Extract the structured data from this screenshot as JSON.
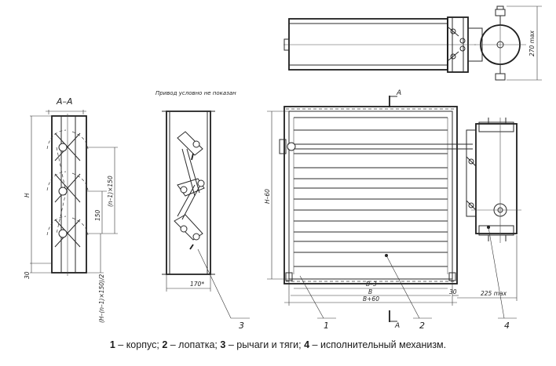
{
  "top_view": {
    "dim_270": "270 max"
  },
  "section_view": {
    "title": "А–А",
    "dim_h": "Н",
    "dim_150": "150",
    "dim_n150": "(n–1)×150",
    "dim_30": "30",
    "dim_bottom": "(Н–(n–1)×150)/2"
  },
  "side_view": {
    "note": "Привод условно не показан",
    "dim_170": "170*"
  },
  "front_view": {
    "section_mark": "А",
    "dim_h60": "Н–60",
    "dim_b3": "В–3",
    "dim_b": "В",
    "dim_b60": "В+60",
    "dim_30": "30",
    "dim_225": "225 max"
  },
  "callouts": [
    "1",
    "2",
    "3",
    "4"
  ],
  "caption": {
    "items": [
      {
        "num": "1",
        "text": "корпус;"
      },
      {
        "num": "2",
        "text": "лопатка;"
      },
      {
        "num": "3",
        "text": "рычаги и тяги;"
      },
      {
        "num": "4",
        "text": "исполнительный механизм."
      }
    ],
    "separator": " – "
  }
}
